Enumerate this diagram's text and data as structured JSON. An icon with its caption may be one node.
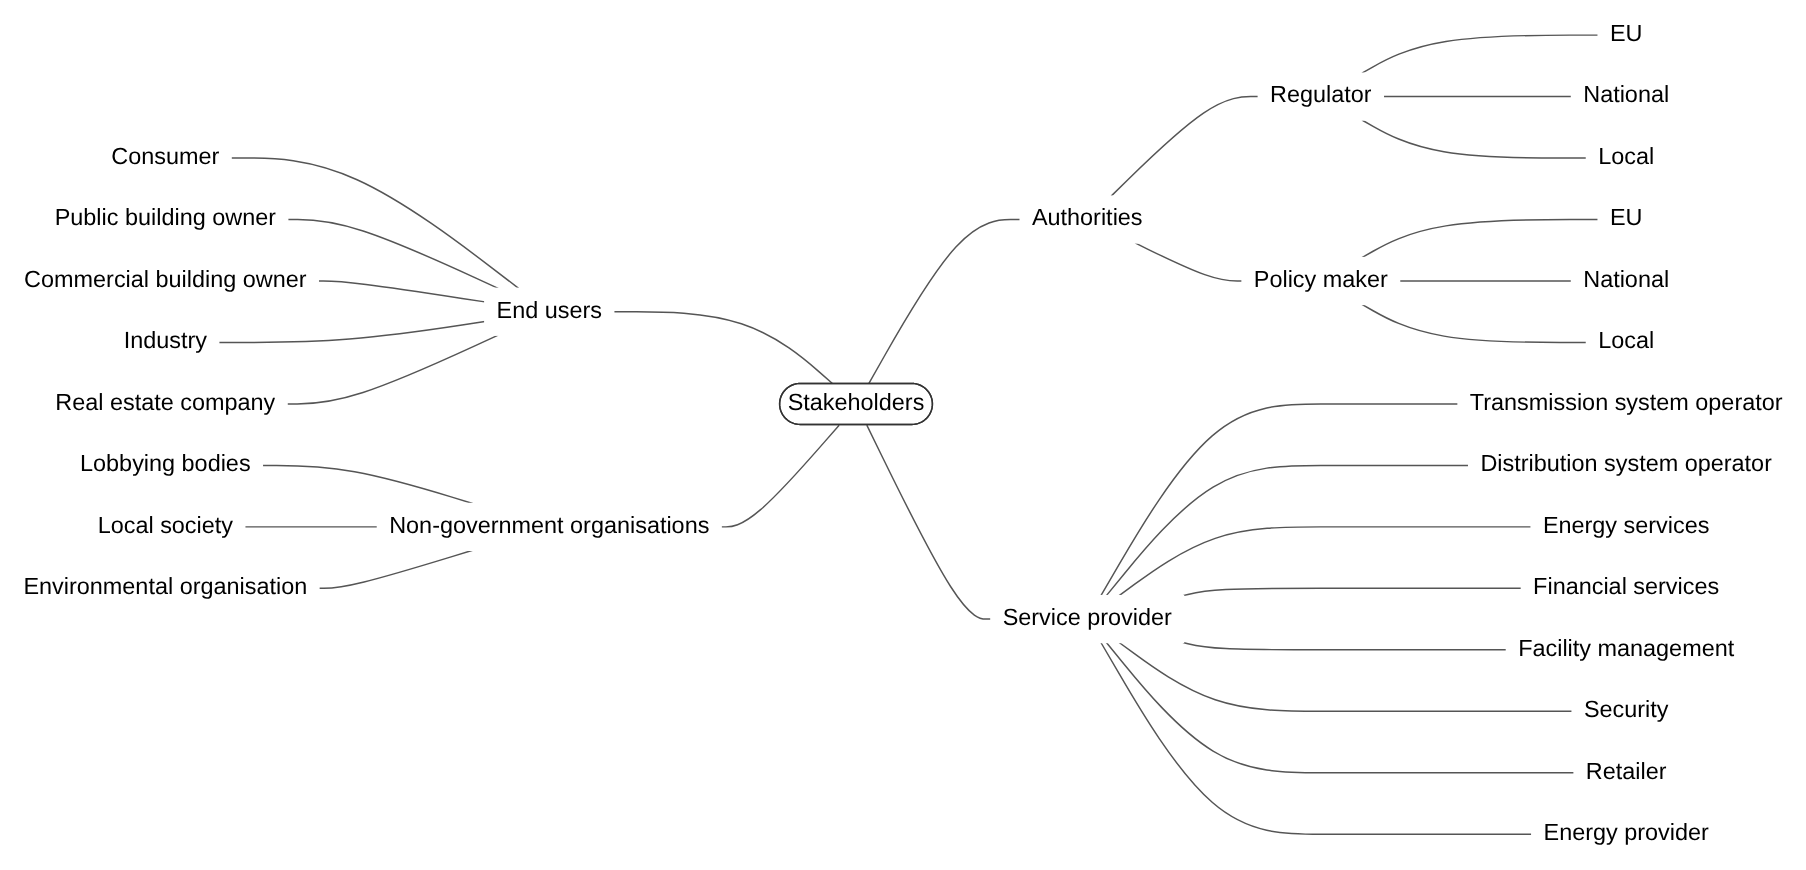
{
  "diagram": {
    "nodes": [
      {
        "text": [
          "Stakeholders"
        ]
      },
      {
        "text": [
          "End users"
        ]
      },
      {
        "text": [
          "Consumer"
        ]
      },
      {
        "text": [
          "Public building owner"
        ]
      },
      {
        "text": [
          "Commercial building owner"
        ]
      },
      {
        "text": [
          "Industry"
        ]
      },
      {
        "text": [
          "Real estate company"
        ]
      },
      {
        "text": [
          "Authorities"
        ]
      },
      {
        "text": [
          "Regulator"
        ]
      },
      {
        "text": [
          "EU"
        ]
      },
      {
        "text": [
          "National"
        ]
      },
      {
        "text": [
          "Local"
        ]
      },
      {
        "text": [
          "Policy maker"
        ]
      },
      {
        "text": [
          "EU"
        ]
      },
      {
        "text": [
          "National"
        ]
      },
      {
        "text": [
          "Local"
        ]
      },
      {
        "text": [
          "Non-government organisations"
        ]
      },
      {
        "text": [
          "Lobbying bodies"
        ]
      },
      {
        "text": [
          "Local society"
        ]
      },
      {
        "text": [
          "Environmental organisation"
        ]
      },
      {
        "text": [
          "Service provider"
        ]
      },
      {
        "text": [
          "Transmission system operator"
        ]
      },
      {
        "text": [
          "Distribution system operator"
        ]
      },
      {
        "text": [
          "Energy services"
        ]
      },
      {
        "text": [
          "Financial services"
        ]
      },
      {
        "text": [
          "Facility management"
        ]
      },
      {
        "text": [
          "Security"
        ]
      },
      {
        "text": [
          "Retailer"
        ]
      },
      {
        "text": [
          "Energy provider"
        ]
      }
    ],
    "edges": [
      {
        "from": 1,
        "to": 0,
        "arrow": "none"
      },
      {
        "from": 2,
        "to": 1,
        "arrow": "none"
      },
      {
        "from": 3,
        "to": 1,
        "arrow": "none"
      },
      {
        "from": 4,
        "to": 1,
        "arrow": "none"
      },
      {
        "from": 5,
        "to": 1,
        "arrow": "none"
      },
      {
        "from": 6,
        "to": 1,
        "arrow": "none"
      },
      {
        "from": 0,
        "to": 7,
        "arrow": "none"
      },
      {
        "from": 7,
        "to": 8,
        "arrow": "none"
      },
      {
        "from": 8,
        "to": 9,
        "arrow": "none"
      },
      {
        "from": 8,
        "to": 10,
        "arrow": "none"
      },
      {
        "from": 8,
        "to": 11,
        "arrow": "none"
      },
      {
        "from": 7,
        "to": 12,
        "arrow": "none"
      },
      {
        "from": 12,
        "to": 13,
        "arrow": "none"
      },
      {
        "from": 12,
        "to": 14,
        "arrow": "none"
      },
      {
        "from": 12,
        "to": 15,
        "arrow": "none"
      },
      {
        "from": 16,
        "to": 0,
        "arrow": "none"
      },
      {
        "from": 17,
        "to": 16,
        "arrow": "none"
      },
      {
        "from": 18,
        "to": 16,
        "arrow": "none"
      },
      {
        "from": 19,
        "to": 16,
        "arrow": "none"
      },
      {
        "from": 0,
        "to": 20,
        "arrow": "none"
      },
      {
        "from": 20,
        "to": 21,
        "arrow": "none"
      },
      {
        "from": 20,
        "to": 22,
        "arrow": "none"
      },
      {
        "from": 20,
        "to": 23,
        "arrow": "none"
      },
      {
        "from": 20,
        "to": 24,
        "arrow": "none"
      },
      {
        "from": 20,
        "to": 25,
        "arrow": "none"
      },
      {
        "from": 20,
        "to": 26,
        "arrow": "none"
      },
      {
        "from": 20,
        "to": 27,
        "arrow": "none"
      },
      {
        "from": 20,
        "to": 28,
        "arrow": "none"
      }
    ]
  }
}
